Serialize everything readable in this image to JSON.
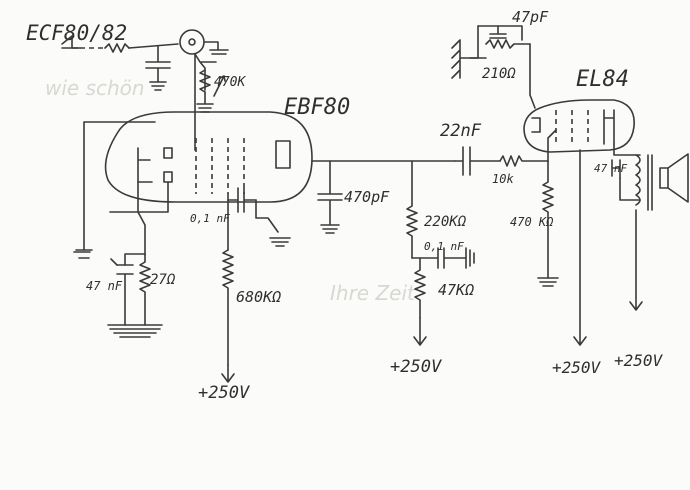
{
  "labels": {
    "ecf": "ECF80/82",
    "c47p": "47pF",
    "r210": "210Ω",
    "el84": "EL84",
    "r470k": "470K",
    "ebf": "EBF80",
    "c22n": "22nF",
    "r10k": "10k",
    "c470p": "470pF",
    "r220k": "220KΩ",
    "c01a": "0,1 nF",
    "c01b": "0,1 nF",
    "r680k": "680KΩ",
    "r47k": "47KΩ",
    "r470": "470 KΩ",
    "c47n": "47 nF",
    "r27": "27Ω",
    "c47n2": "47 nF",
    "v1": "+250V",
    "v2": "+250V",
    "v3": "+250V",
    "v4": "+250V"
  },
  "colors": {
    "ink": "#3a3a3a",
    "paper": "#fbfbf9"
  }
}
